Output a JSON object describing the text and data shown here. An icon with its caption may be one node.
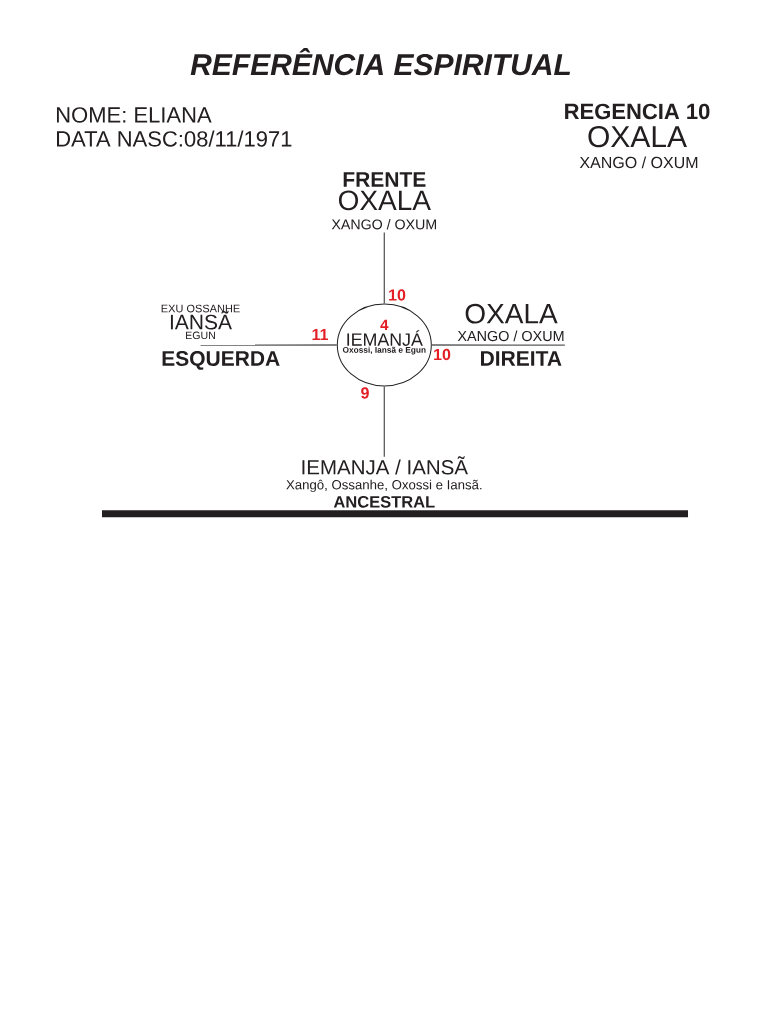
{
  "diagram": {
    "title": "REFERÊNCIA ESPIRITUAL",
    "nodes": [
      {
        "text": [
          "FRENTE",
          "OXALA",
          "XANGO / OXUM"
        ]
      },
      {
        "text": [
          "EXU OSSANHE",
          "IANSÃ",
          "EGUN"
        ],
        "beside": [
          "ESQUERDA"
        ]
      },
      {
        "text": [
          "4",
          "IEMANJÁ",
          "Oxossi, Iansã e Egun"
        ]
      },
      {
        "text": [
          "OXALA",
          "XANGO / OXUM"
        ],
        "beside": [
          "DIREITA"
        ]
      },
      {
        "text": [
          "IEMANJA / IANSÃ",
          "Xangô, Ossanhe, Oxossi e Iansã.",
          "ANCESTRAL"
        ]
      }
    ],
    "edges": [
      {
        "from": 2,
        "to": 0,
        "arrow": "none",
        "label": "10"
      },
      {
        "from": 2,
        "to": 1,
        "arrow": "none",
        "label": "11"
      },
      {
        "from": 2,
        "to": 3,
        "arrow": "none",
        "label": "10"
      },
      {
        "from": 2,
        "to": 4,
        "arrow": "none",
        "label": "9"
      }
    ],
    "labels": [
      "NOME: ELIANA",
      "REGENCIA 10",
      "DATA NASC:08/11/1971",
      "OXALA",
      "XANGO / OXUM"
    ]
  }
}
